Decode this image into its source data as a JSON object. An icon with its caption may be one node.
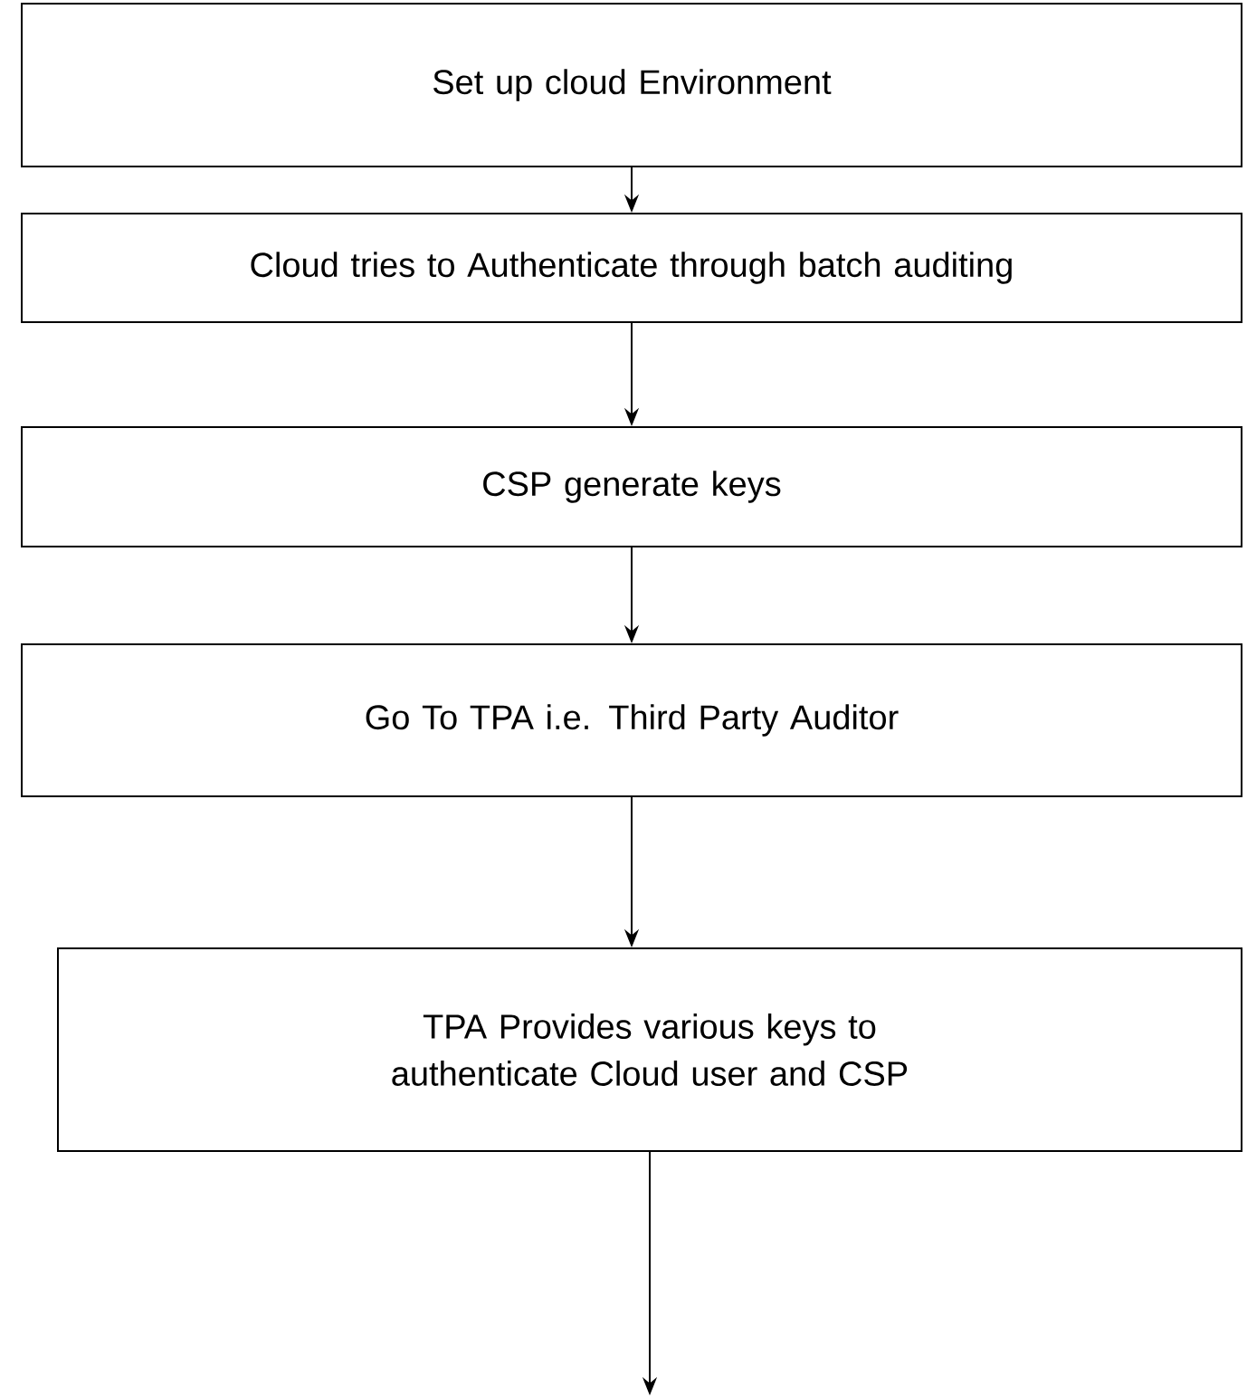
{
  "diagram": {
    "nodes": [
      {
        "text": [
          "Set up cloud Environment"
        ]
      },
      {
        "text": [
          "Cloud tries to Authenticate through batch auditing"
        ]
      },
      {
        "text": [
          "CSP generate keys"
        ]
      },
      {
        "text": [
          "Go To TPA i.e. Third Party Auditor"
        ]
      },
      {
        "text": [
          "TPA Provides various keys to authenticate Cloud user and CSP"
        ]
      }
    ],
    "edges": [
      {
        "from": 0,
        "to": 1,
        "arrow": "to"
      },
      {
        "from": 1,
        "to": 2,
        "arrow": "to"
      },
      {
        "from": 2,
        "to": 3,
        "arrow": "to"
      },
      {
        "from": 3,
        "to": 4,
        "arrow": "to"
      },
      {
        "from": 4,
        "to": null,
        "arrow": "to"
      }
    ]
  }
}
